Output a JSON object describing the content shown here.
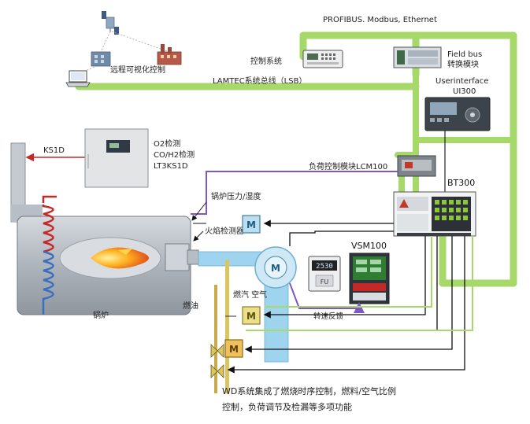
{
  "labels": {
    "protocols": "PROFIBUS. Modbus, Ethernet",
    "remote": "远程可视化控制",
    "control_system": "控制系统",
    "fieldbus_1": "Field bus",
    "fieldbus_2": "转换模块",
    "lsb": "LAMTEC系统总线（LSB）",
    "ui_1": "Userinterface",
    "ui_2": "UI300",
    "ks1d": "KS1D",
    "o2_1": "O2检测",
    "o2_2": "CO/H2检测",
    "o2_3": "LT3KS1D",
    "lcm": "负荷控制模块LCM100",
    "bt300": "BT300",
    "pressure": "锅炉压力/湿度",
    "flame": "火焰检测器",
    "vsm": "VSM100",
    "fuel_air": "燃汽 空气",
    "speed_fb": "转速反馈",
    "boiler": "锅炉",
    "oil": "燃油",
    "caption_1": "WD系统集成了燃烧时序控制，燃料/空气比例",
    "caption_2": "控制，负荷调节及检漏等多项功能"
  },
  "display": {
    "fu_value": "2530",
    "fu_unit": "FU"
  },
  "icons": {
    "motor": "M"
  },
  "colors": {
    "bus_green": "#a6d86a",
    "signal_blue": "#1565c0",
    "purple": "#7e57c2",
    "air_blue": "#9fd4ee",
    "fuel_yellow": "#d9c65e",
    "gas_red": "#d94040",
    "boiler_gray": "#b6bcc3"
  }
}
